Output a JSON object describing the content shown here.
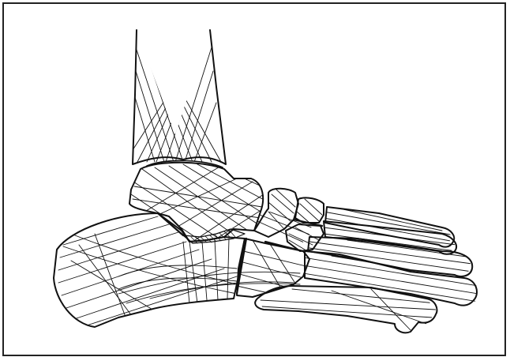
{
  "figure": {
    "colors": {
      "ink": "#111111",
      "paper": "#ffffff",
      "border": "#222222"
    },
    "bones": [
      {
        "id": "tibia"
      },
      {
        "id": "talus"
      },
      {
        "id": "calcaneus"
      },
      {
        "id": "cuboid"
      },
      {
        "id": "navicular"
      },
      {
        "id": "cuneiform-1"
      },
      {
        "id": "cuneiform-2"
      },
      {
        "id": "metatarsal-1"
      },
      {
        "id": "metatarsal-2"
      },
      {
        "id": "metatarsal-3"
      },
      {
        "id": "metatarsal-4"
      },
      {
        "id": "metatarsal-5"
      }
    ]
  }
}
